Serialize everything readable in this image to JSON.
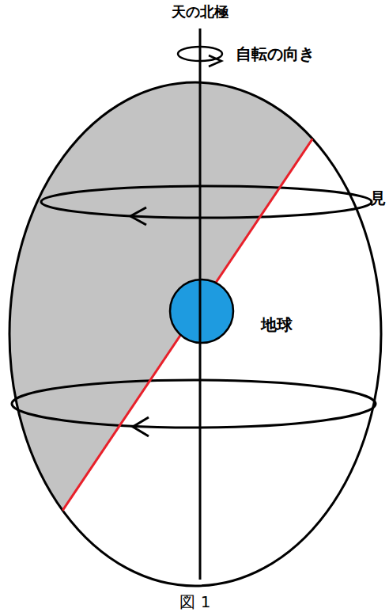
{
  "diagram": {
    "caption": "図 1",
    "labels": [
      "天の北極",
      "自転の向き",
      "見",
      "地球"
    ]
  }
}
